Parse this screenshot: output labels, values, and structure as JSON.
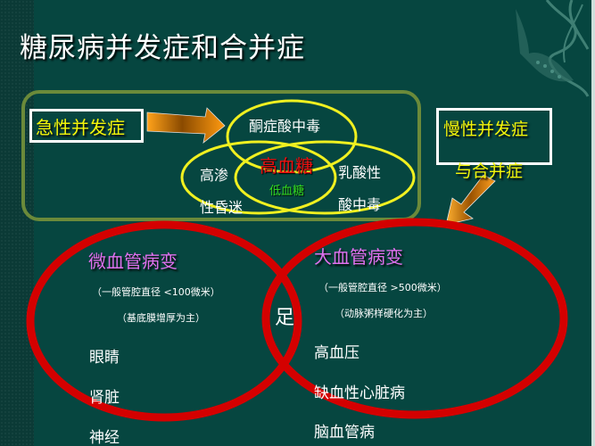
{
  "slide": {
    "title": "糖尿病并发症和合并症",
    "colors": {
      "background": "#064640",
      "acute_frame": "#6b8a3a",
      "venn_yellow": "#f0f020",
      "chronic_ring_red": "#d40000",
      "heading_magenta": "#e070ee",
      "label_yellow": "#f5f50a",
      "hyperglycemia_red": "#ee1010",
      "hypoglycemia_green": "#33dd22",
      "arrow_orange": "#f08a00"
    }
  },
  "acute": {
    "label": "急性并发症",
    "venn": {
      "top_circle": "酮症酸中毒",
      "left_circle_line1": "高渗",
      "left_circle_line2": "性昏迷",
      "right_circle_line1": "乳酸性",
      "right_circle_line2": "酸中毒",
      "center_primary": "高血糖",
      "center_secondary": "低血糖"
    }
  },
  "chronic": {
    "label_line1": "慢性并发症",
    "label_line2": "与合并症"
  },
  "micro": {
    "heading": "微血管病变",
    "note1": "（一般管腔直径  <100微米）",
    "note2": "（基底膜增厚为主）",
    "items": [
      "眼睛",
      "肾脏",
      "神经"
    ]
  },
  "macro": {
    "heading": "大血管病变",
    "note1": "（一般管腔直径  >500微米）",
    "note2": "（动脉粥样硬化为主）",
    "items": [
      "高血压",
      "缺血性心脏病",
      "脑血管病"
    ]
  },
  "overlap": {
    "label": "足"
  }
}
